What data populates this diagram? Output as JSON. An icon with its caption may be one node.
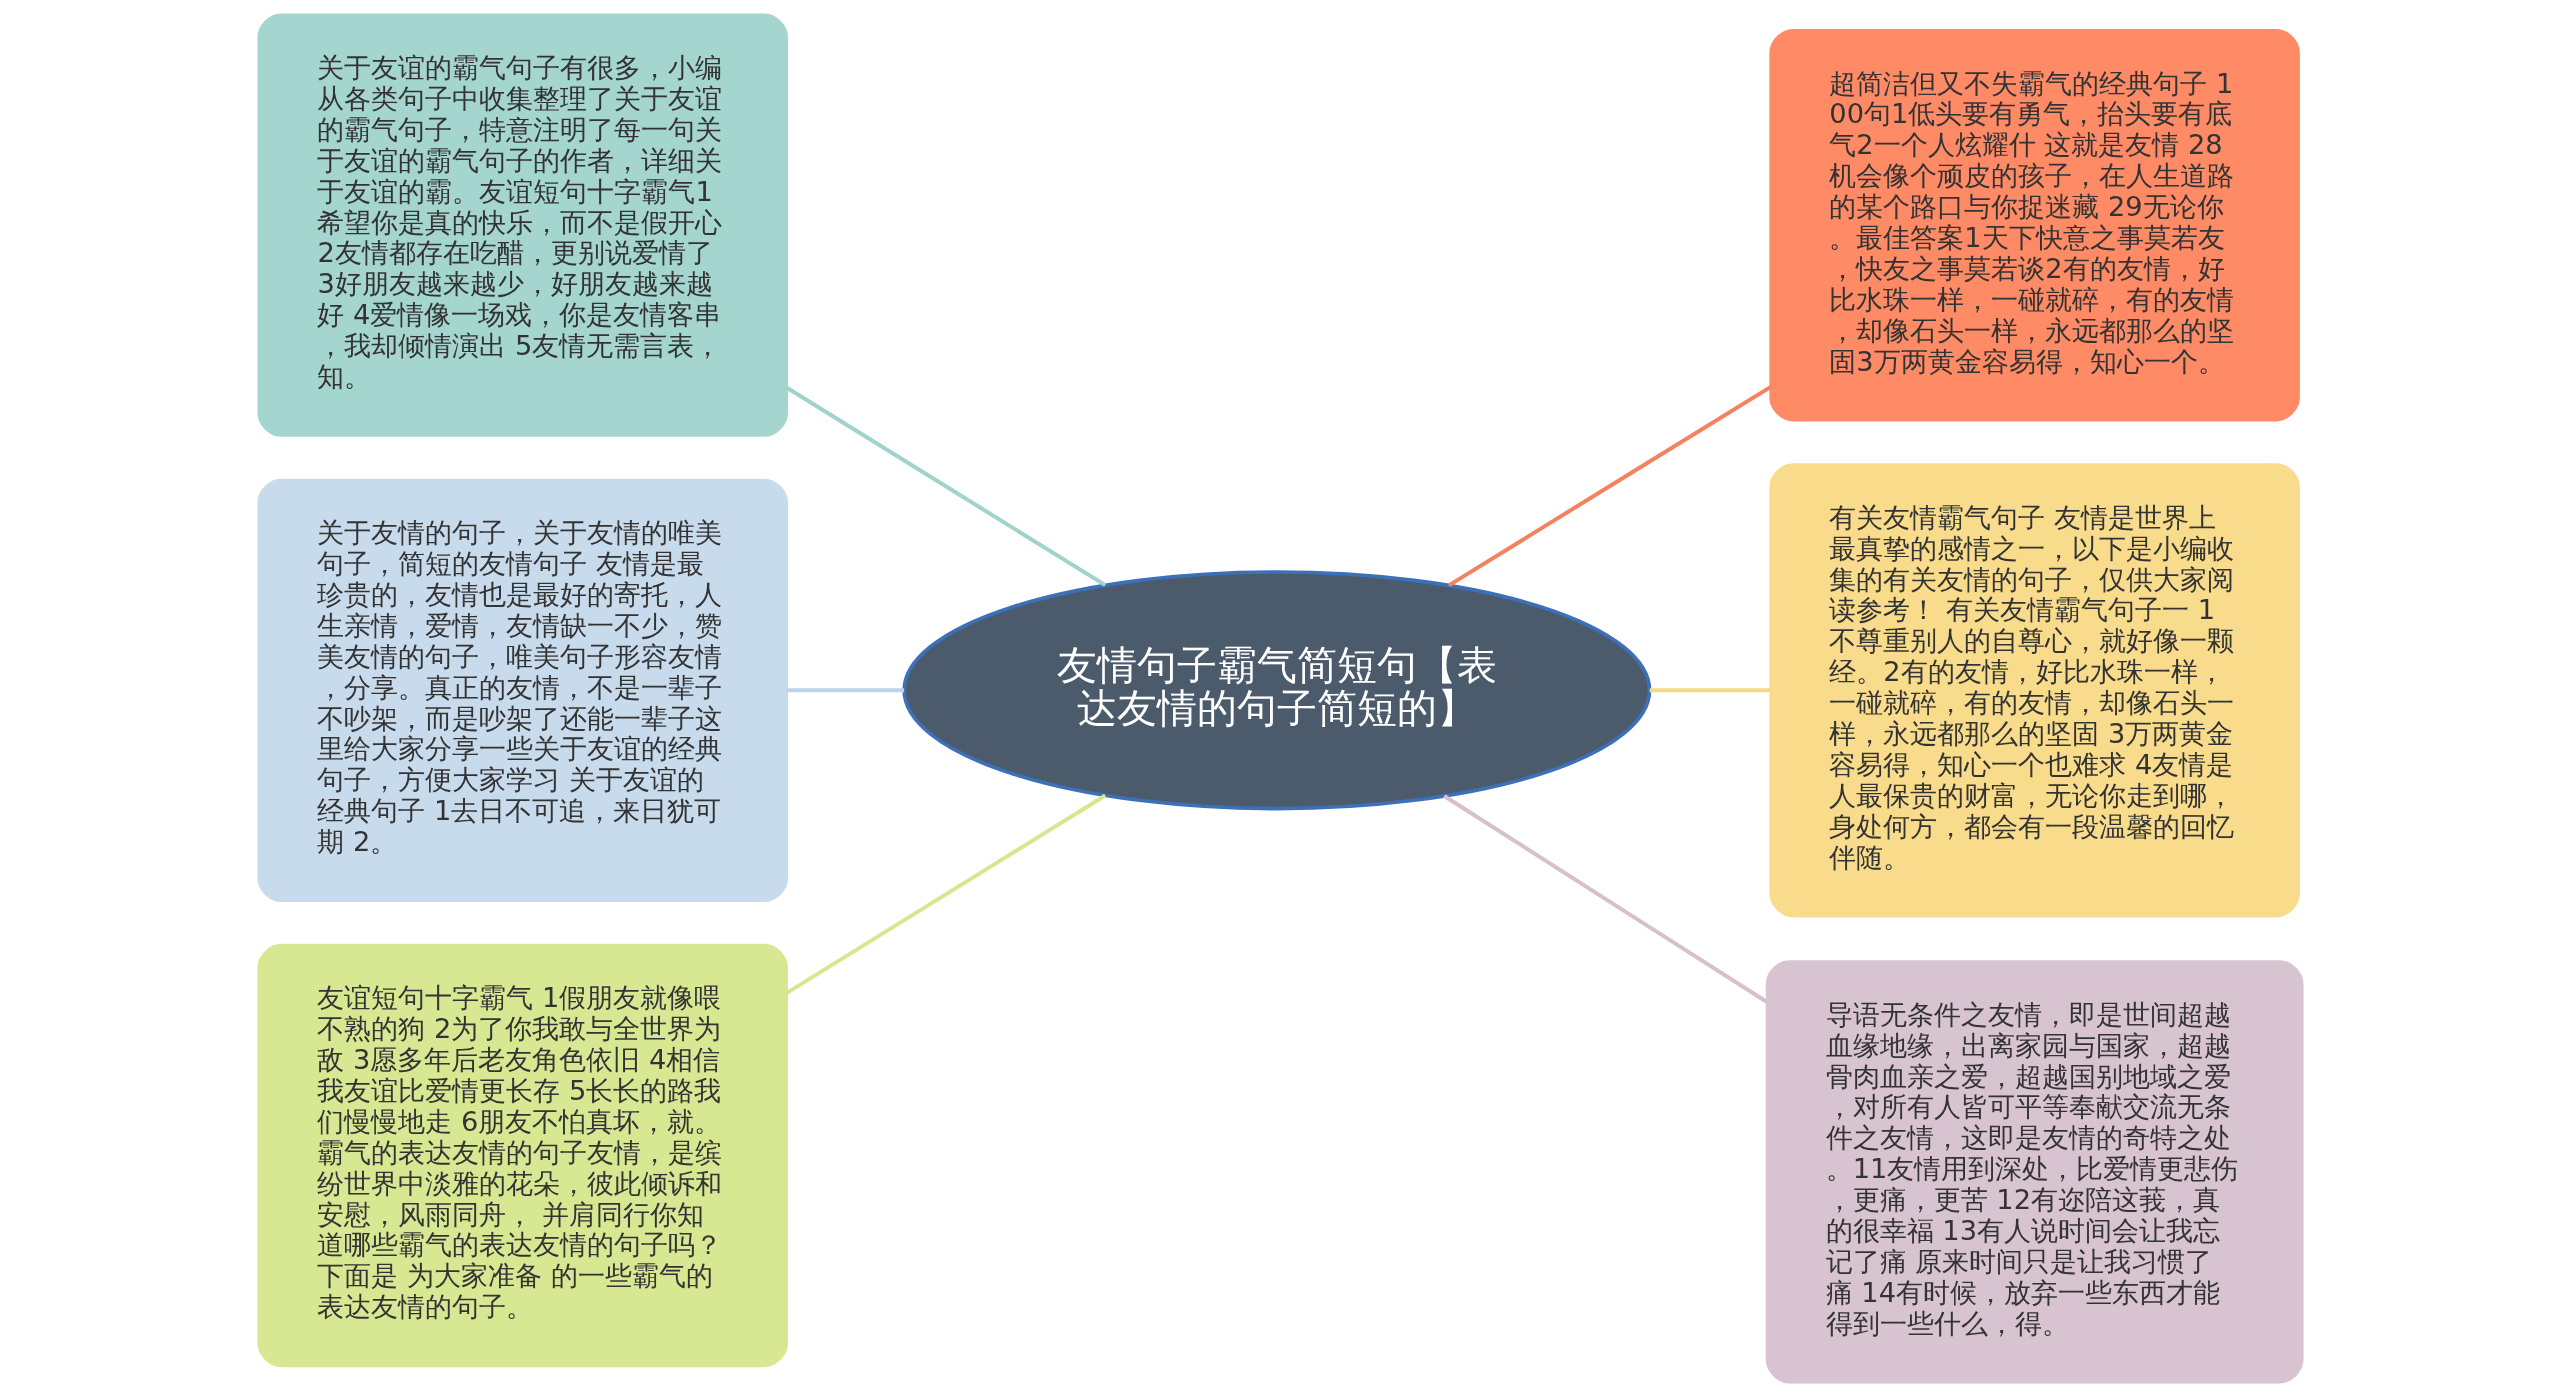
{
  "diagram": {
    "nodes": [
      {
        "text": [
          "友情句子霸气简短句【表达友情的句子简短的】"
        ]
      },
      {
        "text": [
          "关于友谊的霸气句子有很多，小编从各类句子中收集整理了关于友谊的霸气句子，特意注明了每一句关于友谊的霸气句子的作者，详细关于友谊的霸。友谊短句十字霸气1希望你是真的快乐，而不是假开心 2友情都存在吃醋，更别说爱情了 3好朋友越来越少，好朋友越来越好 4爱情像一场戏，你是友情客串，我却倾情演出 5友情无需言表，知。"
        ]
      },
      {
        "text": [
          "关于友情的句子，关于友情的唯美句子，简短的友情句子 友情是最珍贵的，友情也是最好的寄托，人生亲情，爱情，友情缺一不少，赞美友情的句子，唯美句子形容友情，分享。真正的友情，不是一辈子不吵架，而是吵架了还能一辈子这里给大家分享一些关于友谊的经典句子，方便大家学习 关于友谊的经典句子 1去日不可追，来日犹可期 2。"
        ]
      },
      {
        "text": [
          "友谊短句十字霸气 1假朋友就像喂不熟的狗 2为了你我敢与全世界为敌 3愿多年后老友角色依旧 4相信我友谊比爱情更长存 5长长的路我们慢慢地走 6朋友不怕真坏，就。霸气的表达友情的句子友情，是缤纷世界中淡雅的花朵，彼此倾诉和安慰，风雨同舟， 并肩同行你知道哪些霸气的表达友情的句子吗？下面是 为大家准备 的一些霸气的表达友情的句子。"
        ]
      },
      {
        "text": [
          "超简洁但又不失霸气的经典句子 100句1低头要有勇气，抬头要有底气2一个人炫耀什 这就是友情 28机会像个顽皮的孩子，在人生道路的某个路口与你捉迷藏 29无论你。最佳答案1天下快意之事莫若友，快友之事莫若谈2有的友情，好比水珠一样，一碰就碎，有的友情，却像石头一样，永远都那么的坚固3万两黄金容易得，知心一个。"
        ]
      },
      {
        "text": [
          "有关友情霸气句子 友情是世界上最真挚的感情之一，以下是小编收集的有关友情的句子，仅供大家阅读参考！ 有关友情霸气句子一 1不尊重别人的自尊心，就好像一颗经。2有的友情，好比水珠一样，一碰就碎，有的友情，却像石头一样，永远都那么的坚固 3万两黄金容易得，知心一个也难求 4友情是人最保贵的财富，无论你走到哪，身处何方，都会有一段温馨的回忆伴随。"
        ]
      },
      {
        "text": [
          "导语无条件之友情，即是世间超越血缘地缘，出离家园与国家，超越骨肉血亲之爱，超越国别地域之爱，对所有人皆可平等奉献交流无条件之友情，这即是友情的奇特之处。11友情用到深处，比爱情更悲伤，更痛，更苦 12有迩陪这莪，真的很幸福 13有人说时间会让我忘记了痛 原来时间只是让我习惯了痛 14有时候，放弃一些东西才能得到一些什么，得。"
        ]
      }
    ],
    "edges": [
      {
        "from": 1,
        "to": 0,
        "arrow": "none",
        "color": "#9fd3cc"
      },
      {
        "from": 2,
        "to": 0,
        "arrow": "none",
        "color": "#bcd3ea"
      },
      {
        "from": 3,
        "to": 0,
        "arrow": "none",
        "color": "#d8e68f"
      },
      {
        "from": 0,
        "to": 4,
        "arrow": "none",
        "color": "#f5825f"
      },
      {
        "from": 0,
        "to": 5,
        "arrow": "none",
        "color": "#f5d982"
      },
      {
        "from": 0,
        "to": 6,
        "arrow": "none",
        "color": "#d7c0cd"
      }
    ]
  }
}
